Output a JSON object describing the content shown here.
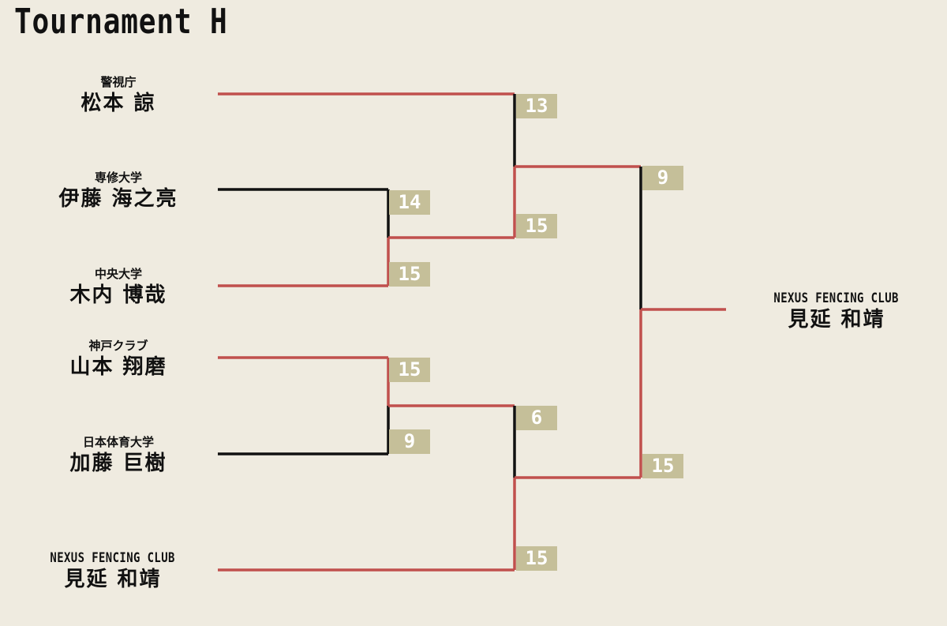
{
  "title": "Tournament H",
  "colors": {
    "background": "#efebe0",
    "winner_line": "#c0504d",
    "loser_line": "#111111",
    "score_box": "#c5bf99",
    "score_text": "#ffffff"
  },
  "players": [
    {
      "club": "警視庁",
      "name": "松本 諒"
    },
    {
      "club": "専修大学",
      "name": "伊藤 海之亮"
    },
    {
      "club": "中央大学",
      "name": "木内 博哉"
    },
    {
      "club": "神戸クラブ",
      "name": "山本 翔磨"
    },
    {
      "club": "日本体育大学",
      "name": "加藤 巨樹"
    },
    {
      "club": "NEXUS FENCING CLUB",
      "name": "見延 和靖"
    }
  ],
  "scores": {
    "r1_m1_top": "14",
    "r1_m1_bottom": "15",
    "r1_m2_top": "15",
    "r1_m2_bottom": "9",
    "qf_m1_top": "13",
    "qf_m1_bottom": "15",
    "qf_m2_top": "6",
    "qf_m2_bottom": "15",
    "sf_top": "9",
    "sf_bottom": "15"
  },
  "champion": {
    "club": "NEXUS FENCING CLUB",
    "name": "見延 和靖"
  }
}
